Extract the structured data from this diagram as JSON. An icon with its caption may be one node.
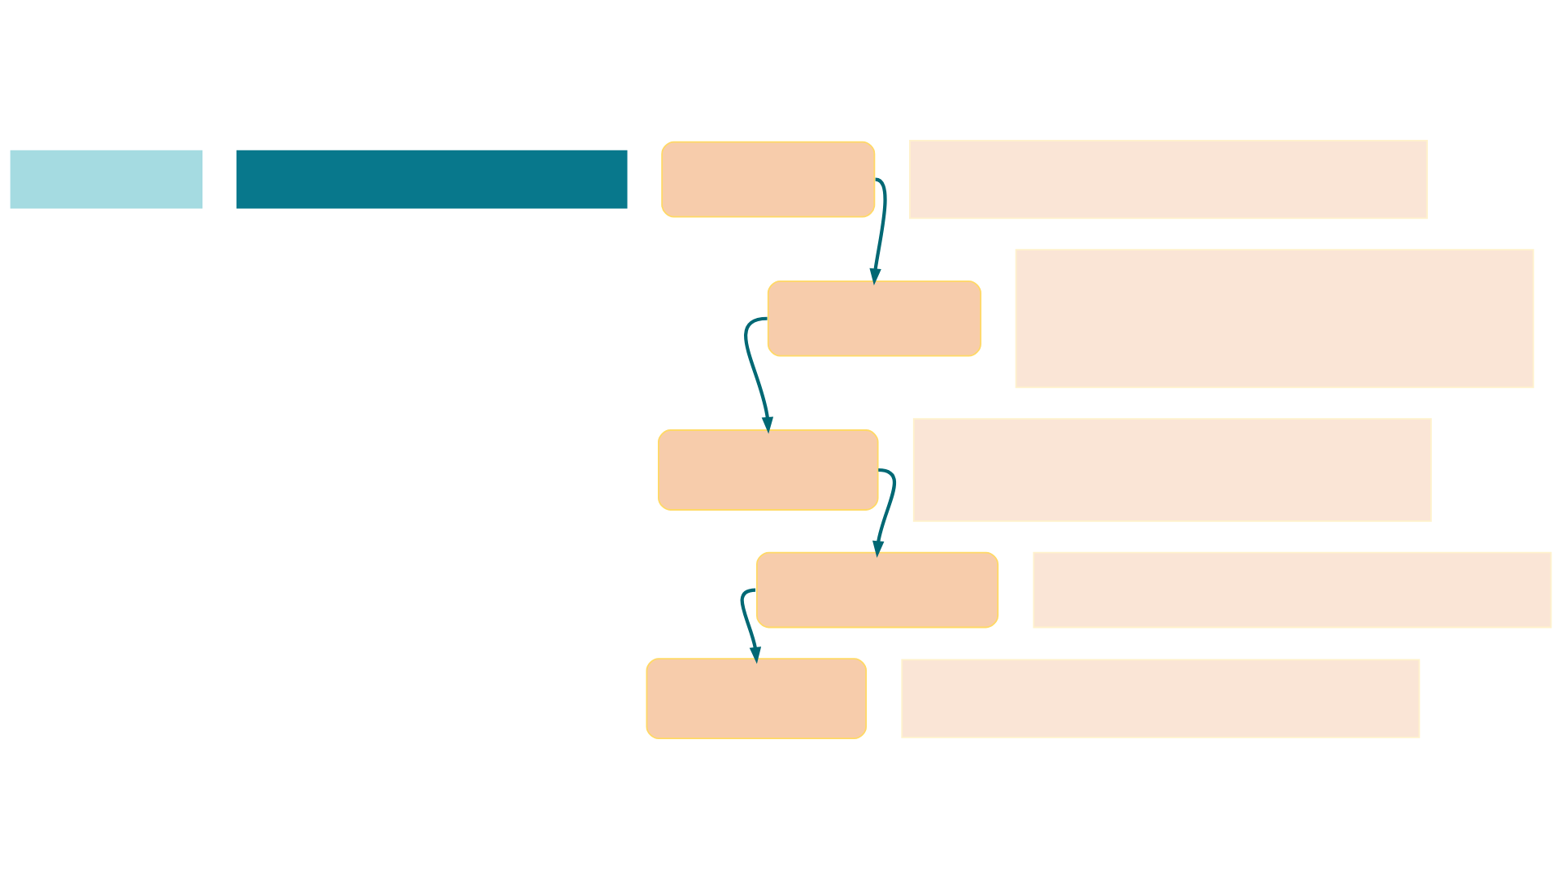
{
  "diagram": {
    "nodes": [
      {
        "text": [],
        "shape": "bar"
      },
      {
        "text": [],
        "shape": "bar"
      },
      {
        "text": [],
        "shape": "box"
      },
      {
        "text": [],
        "shape": "box"
      },
      {
        "text": [],
        "shape": "box"
      },
      {
        "text": [],
        "shape": "box"
      },
      {
        "text": [],
        "shape": "box"
      },
      {
        "text": [],
        "shape": "bar"
      },
      {
        "text": [],
        "shape": "bar"
      },
      {
        "text": [],
        "shape": "bar"
      },
      {
        "text": [],
        "shape": "bar"
      },
      {
        "text": [],
        "shape": "bar"
      }
    ],
    "edges": [
      {
        "from": 2,
        "to": 3,
        "arrow": "to"
      },
      {
        "from": 3,
        "to": 4,
        "arrow": "to"
      },
      {
        "from": 4,
        "to": 5,
        "arrow": "to"
      },
      {
        "from": 5,
        "to": 6,
        "arrow": "to"
      }
    ]
  }
}
